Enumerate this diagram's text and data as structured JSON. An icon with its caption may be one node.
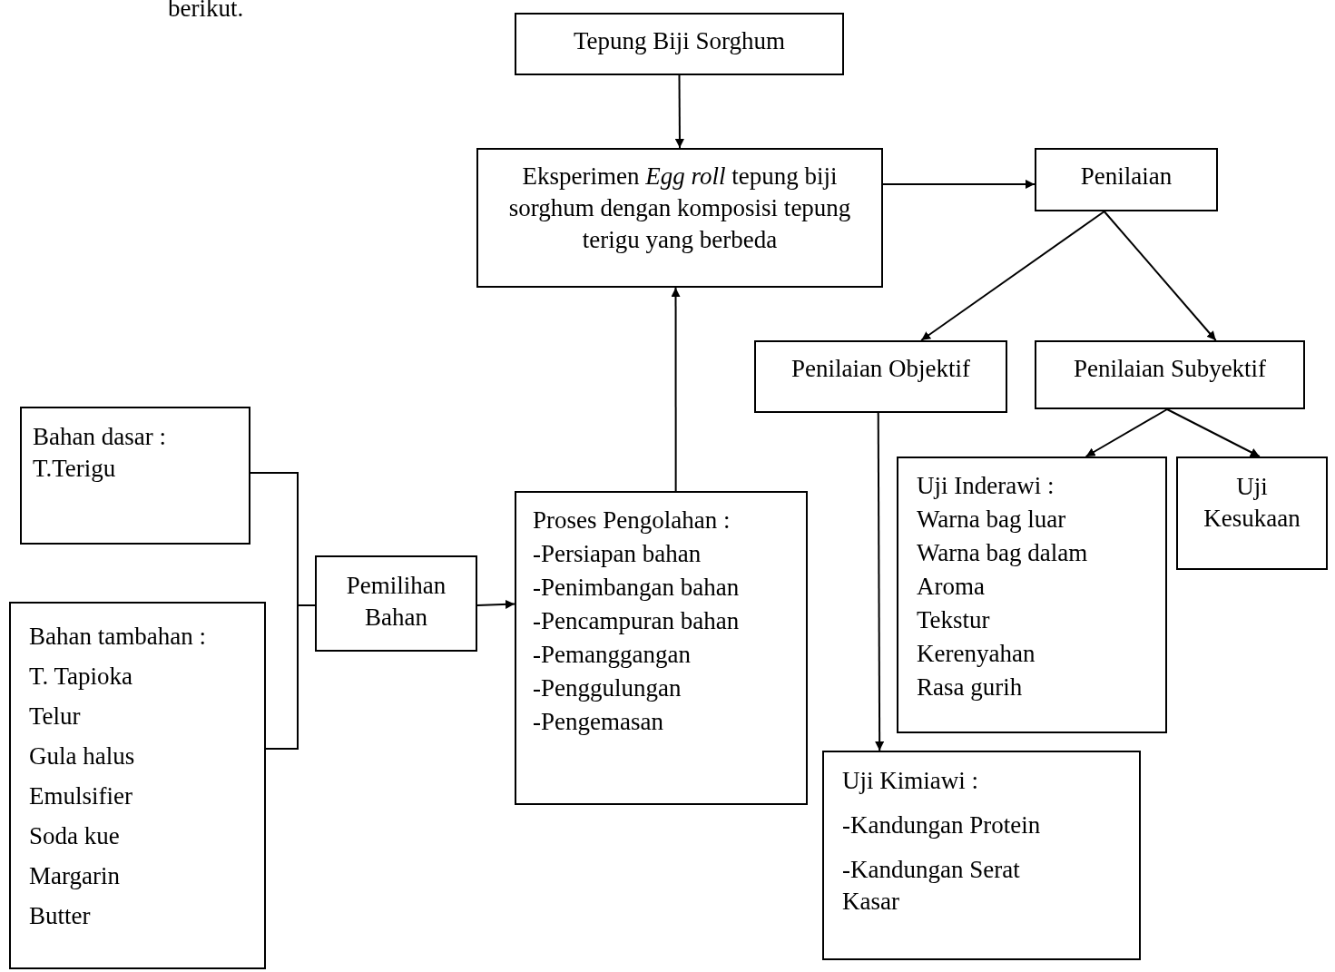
{
  "diagram": {
    "nodes": [
      {
        "text": [
          "Tepung Biji Sorghum"
        ]
      },
      {
        "text": [
          "Eksperimen *Egg roll* tepung biji sorghum dengan komposisi tepung terigu yang berbeda"
        ]
      },
      {
        "text": [
          "Penilaian"
        ]
      },
      {
        "text": [
          "Penilaian Objektif"
        ]
      },
      {
        "text": [
          "Penilaian Subyektif"
        ]
      },
      {
        "text": [
          "Bahan dasar :",
          "T.Terigu"
        ]
      },
      {
        "text": [
          "Bahan tambahan :",
          "T. Tapioka",
          "Telur",
          "Gula halus",
          "Emulsifier",
          "Soda kue",
          "Margarin",
          "Butter"
        ]
      },
      {
        "text": [
          "Pemilihan Bahan"
        ]
      },
      {
        "text": [
          "Proses Pengolahan :",
          "-Persiapan bahan",
          "-Penimbangan bahan",
          "-Pencampuran bahan",
          "-Pemanggangan",
          "-Penggulungan",
          "-Pengemasan"
        ]
      },
      {
        "text": [
          "Uji Inderawi :",
          "Warna bag luar",
          "Warna bag dalam",
          "Aroma",
          "Tekstur",
          "Kerenyahan",
          "Rasa gurih"
        ]
      },
      {
        "text": [
          "Uji Kesukaan"
        ]
      },
      {
        "text": [
          "Uji Kimiawi :",
          "-Kandungan Protein",
          "-Kandungan Serat Kasar"
        ]
      }
    ],
    "edges": [
      {
        "from": 0,
        "to": 1,
        "arrow": "to"
      },
      {
        "from": 1,
        "to": 2,
        "arrow": "to"
      },
      {
        "from": 2,
        "to": 3,
        "arrow": "to"
      },
      {
        "from": 2,
        "to": 4,
        "arrow": "to"
      },
      {
        "from": 4,
        "to": 9,
        "arrow": "to"
      },
      {
        "from": 4,
        "to": 10,
        "arrow": "to"
      },
      {
        "from": 3,
        "to": 11,
        "arrow": "to"
      },
      {
        "from": 8,
        "to": 1,
        "arrow": "to"
      },
      {
        "from": 5,
        "to": 7,
        "arrow": "none"
      },
      {
        "from": 6,
        "to": 7,
        "arrow": "none"
      },
      {
        "from": 7,
        "to": 8,
        "arrow": "to"
      }
    ],
    "labels": [
      "berikut."
    ]
  }
}
